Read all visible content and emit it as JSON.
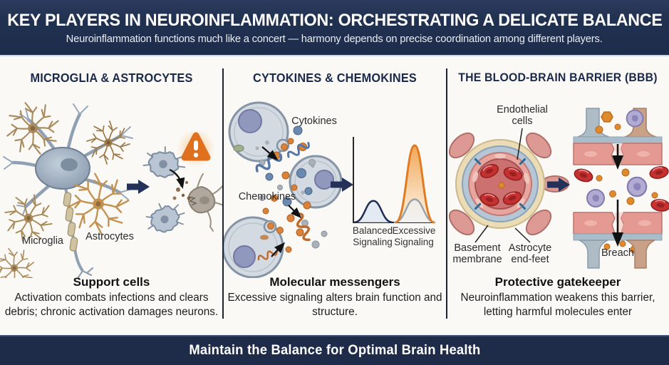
{
  "header": {
    "title": "KEY PLAYERS IN NEUROINFLAMMATION: ORCHESTRATING A DELICATE BALANCE",
    "subtitle": "Neuroinflammation functions much like a concert — harmony depends on precise coordination among different players."
  },
  "columns": [
    {
      "heading": "MICROGLIA & ASTROCYTES",
      "labels": {
        "microglia": "Microglia",
        "astrocytes": "Astrocytes"
      },
      "caption_title": "Support cells",
      "caption_body": "Activation combats infections and clears debris; chronic activation damages neurons."
    },
    {
      "heading": "CYTOKINES & CHEMOKINES",
      "labels": {
        "cytokines": "Cytokines",
        "chemokines": "Chemokines"
      },
      "chart_labels": {
        "balanced": "Balanced Signaling",
        "excessive": "Excessive Signaling"
      },
      "caption_title": "Molecular messengers",
      "caption_body": "Excessive signaling alters brain function and structure."
    },
    {
      "heading": "THE BLOOD-BRAIN BARRIER (BBB)",
      "labels": {
        "endothelial": "Endothelial cells",
        "basement": "Basement membrane",
        "astrocyte_endfeet": "Astrocyte end-feet",
        "breach": "Breach"
      },
      "caption_title": "Protective gatekeeper",
      "caption_body": "Neuroinflammation weakens this barrier, letting harmful molecules enter"
    }
  ],
  "footer": {
    "text": "Maintain the Balance for Optimal Brain Health"
  },
  "chart_data": {
    "type": "area",
    "title": "",
    "categories": [
      "Balanced Signaling",
      "Excessive Signaling"
    ],
    "series": [
      {
        "name": "Balanced signaling peak",
        "color": "#1e2c52",
        "peak_height_rel": 0.28
      },
      {
        "name": "Normal baseline under excessive",
        "color": "#99a1a9",
        "peak_height_rel": 0.3
      },
      {
        "name": "Excessive signaling peak",
        "color": "#e07b22",
        "peak_height_rel": 1.0
      }
    ],
    "axes": {
      "x_ticks": [],
      "y_ticks": [],
      "grid": false
    }
  },
  "icons": {
    "warning_icon": "⚠",
    "arrow_right_icon": "→",
    "arrow_down_icon": "↓"
  },
  "colors": {
    "header_bg": "#20304f",
    "footer_bg": "#1e2c4a",
    "panel_heading": "#1b2a4a",
    "accent_orange": "#e0791f",
    "accent_navy": "#24325a",
    "background": "#faf9f6",
    "divider": "#1b2330"
  }
}
